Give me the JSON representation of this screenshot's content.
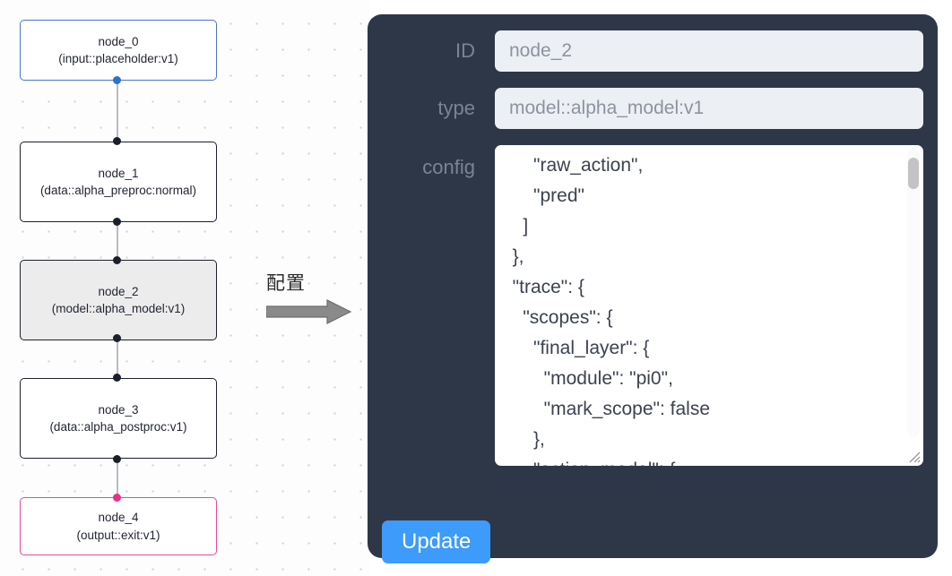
{
  "canvas": {
    "nodes": [
      {
        "id": "node_0",
        "label": "node_0",
        "subtitle": "(input::placeholder:v1)",
        "kind": "input"
      },
      {
        "id": "node_1",
        "label": "node_1",
        "subtitle": "(data::alpha_preproc:normal)",
        "kind": "default"
      },
      {
        "id": "node_2",
        "label": "node_2",
        "subtitle": "(model::alpha_model:v1)",
        "kind": "selected"
      },
      {
        "id": "node_3",
        "label": "node_3",
        "subtitle": "(data::alpha_postproc:v1)",
        "kind": "default"
      },
      {
        "id": "node_4",
        "label": "node_4",
        "subtitle": "(output::exit:v1)",
        "kind": "output"
      }
    ],
    "colors": {
      "input_accent": "#4a74c9",
      "output_accent": "#e64a9b",
      "port_default": "#1a1f2b",
      "port_input": "#2f6fd0",
      "port_output": "#ec2b8a",
      "edge": "#b9bcc2"
    }
  },
  "arrow": {
    "label": "配置",
    "icon": "right-arrow-icon",
    "color": "#6e6e6e"
  },
  "panel": {
    "background": "#2d3748",
    "fields": [
      {
        "name": "ID",
        "label": "ID",
        "value": "node_2",
        "placeholder": "node_2"
      },
      {
        "name": "type",
        "label": "type",
        "value": "model::alpha_model:v1",
        "placeholder": "model::alpha_model:v1"
      }
    ],
    "config": {
      "label": "config",
      "value": "      \"raw_action\",\n      \"pred\"\n    ]\n  },\n  \"trace\": {\n    \"scopes\": {\n      \"final_layer\": {\n        \"module\": \"pi0\",\n        \"mark_scope\": false\n      },\n      \"action_model\": {"
    },
    "update_button": {
      "label": "Update",
      "color": "#3d9bfb"
    },
    "scrollbar": {
      "name": "config-scrollbar",
      "thumb_position": "near-top"
    }
  }
}
